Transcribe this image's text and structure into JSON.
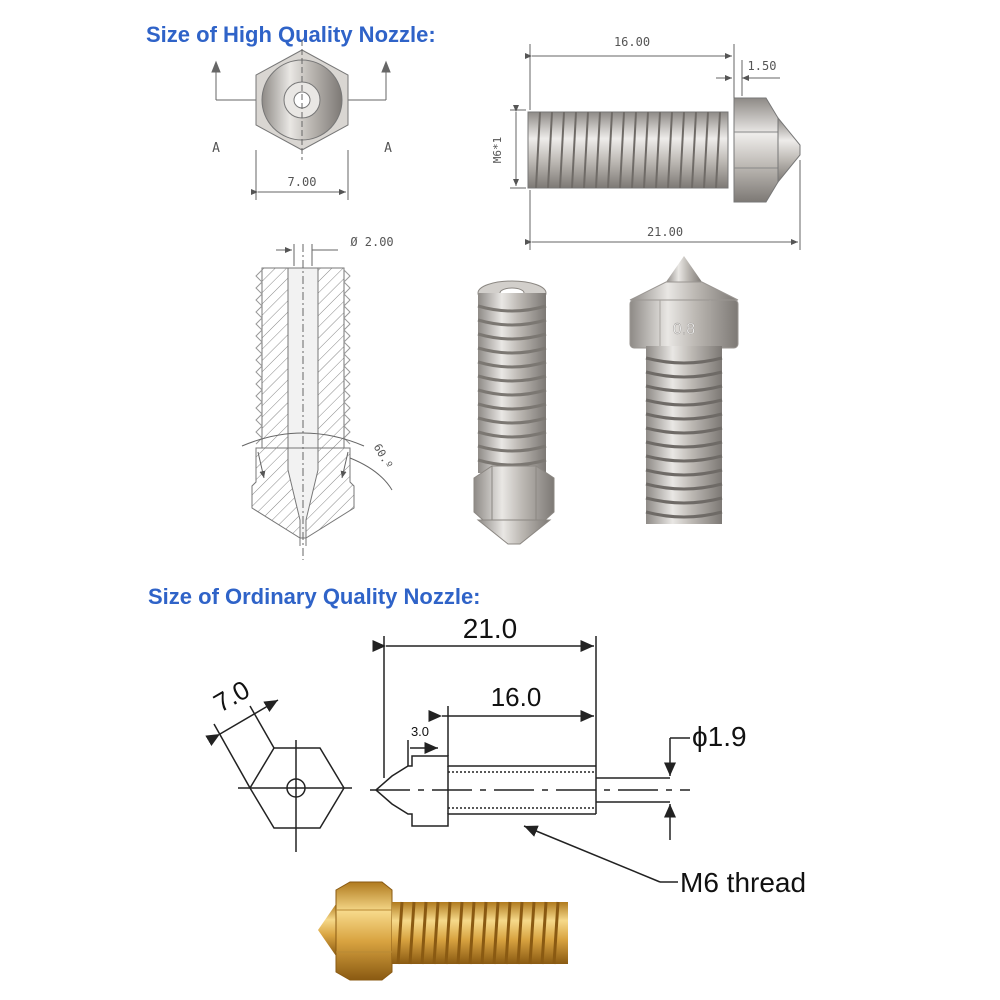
{
  "headings": {
    "high_quality": "Size of High Quality Nozzle:",
    "ordinary_quality": "Size of Ordinary Quality Nozzle:"
  },
  "high_quality_drawing": {
    "front_view": {
      "width_dim": "7.00",
      "section_left": "A",
      "section_right": "A"
    },
    "side_view": {
      "length_dim": "16.00",
      "hex_dim": "1.50",
      "thread_dim": "M6*1",
      "total_dim": "21.00"
    },
    "section_view": {
      "bore_dim": "Ø 2.00",
      "angle_dim": "60.º"
    },
    "photo_label": "0.8"
  },
  "ordinary_quality_drawing": {
    "hex_dim": "7.0",
    "total_dim": "21.0",
    "thread_length_dim": "16.0",
    "tip_dim": "3.0",
    "bore_dim": "ϕ1.9",
    "thread_callout": "M6 thread"
  },
  "colors": {
    "heading": "#2f63c8",
    "steel": "#c9c6c2",
    "brass": "#d9a441",
    "line": "#555555"
  }
}
